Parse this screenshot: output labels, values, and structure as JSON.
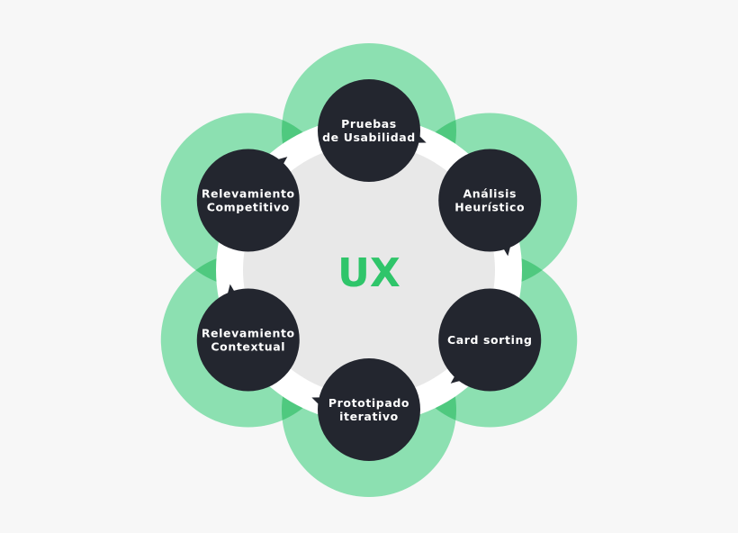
{
  "diagram": {
    "center": {
      "label": "UX"
    },
    "nodes": [
      {
        "id": "pruebas",
        "lines": [
          "Pruebas",
          "de Usabilidad"
        ]
      },
      {
        "id": "analisis",
        "lines": [
          "Análisis",
          "Heurístico"
        ]
      },
      {
        "id": "card",
        "lines": [
          "Card sorting"
        ]
      },
      {
        "id": "prototipado",
        "lines": [
          "Prototipado",
          "iterativo"
        ]
      },
      {
        "id": "contextual",
        "lines": [
          "Relevamiento",
          "Contextual"
        ]
      },
      {
        "id": "competitivo",
        "lines": [
          "Relevamiento",
          "Competitivo"
        ]
      }
    ]
  },
  "colors": {
    "background": "#f7f7f7",
    "petal": "#8ce0b1",
    "petal_overlap": "#4fc97f",
    "ring": "#ffffff",
    "hub": "#e8e8e8",
    "node": "#23262f",
    "node_text": "#ffffff",
    "accent": "#2fc56a"
  }
}
